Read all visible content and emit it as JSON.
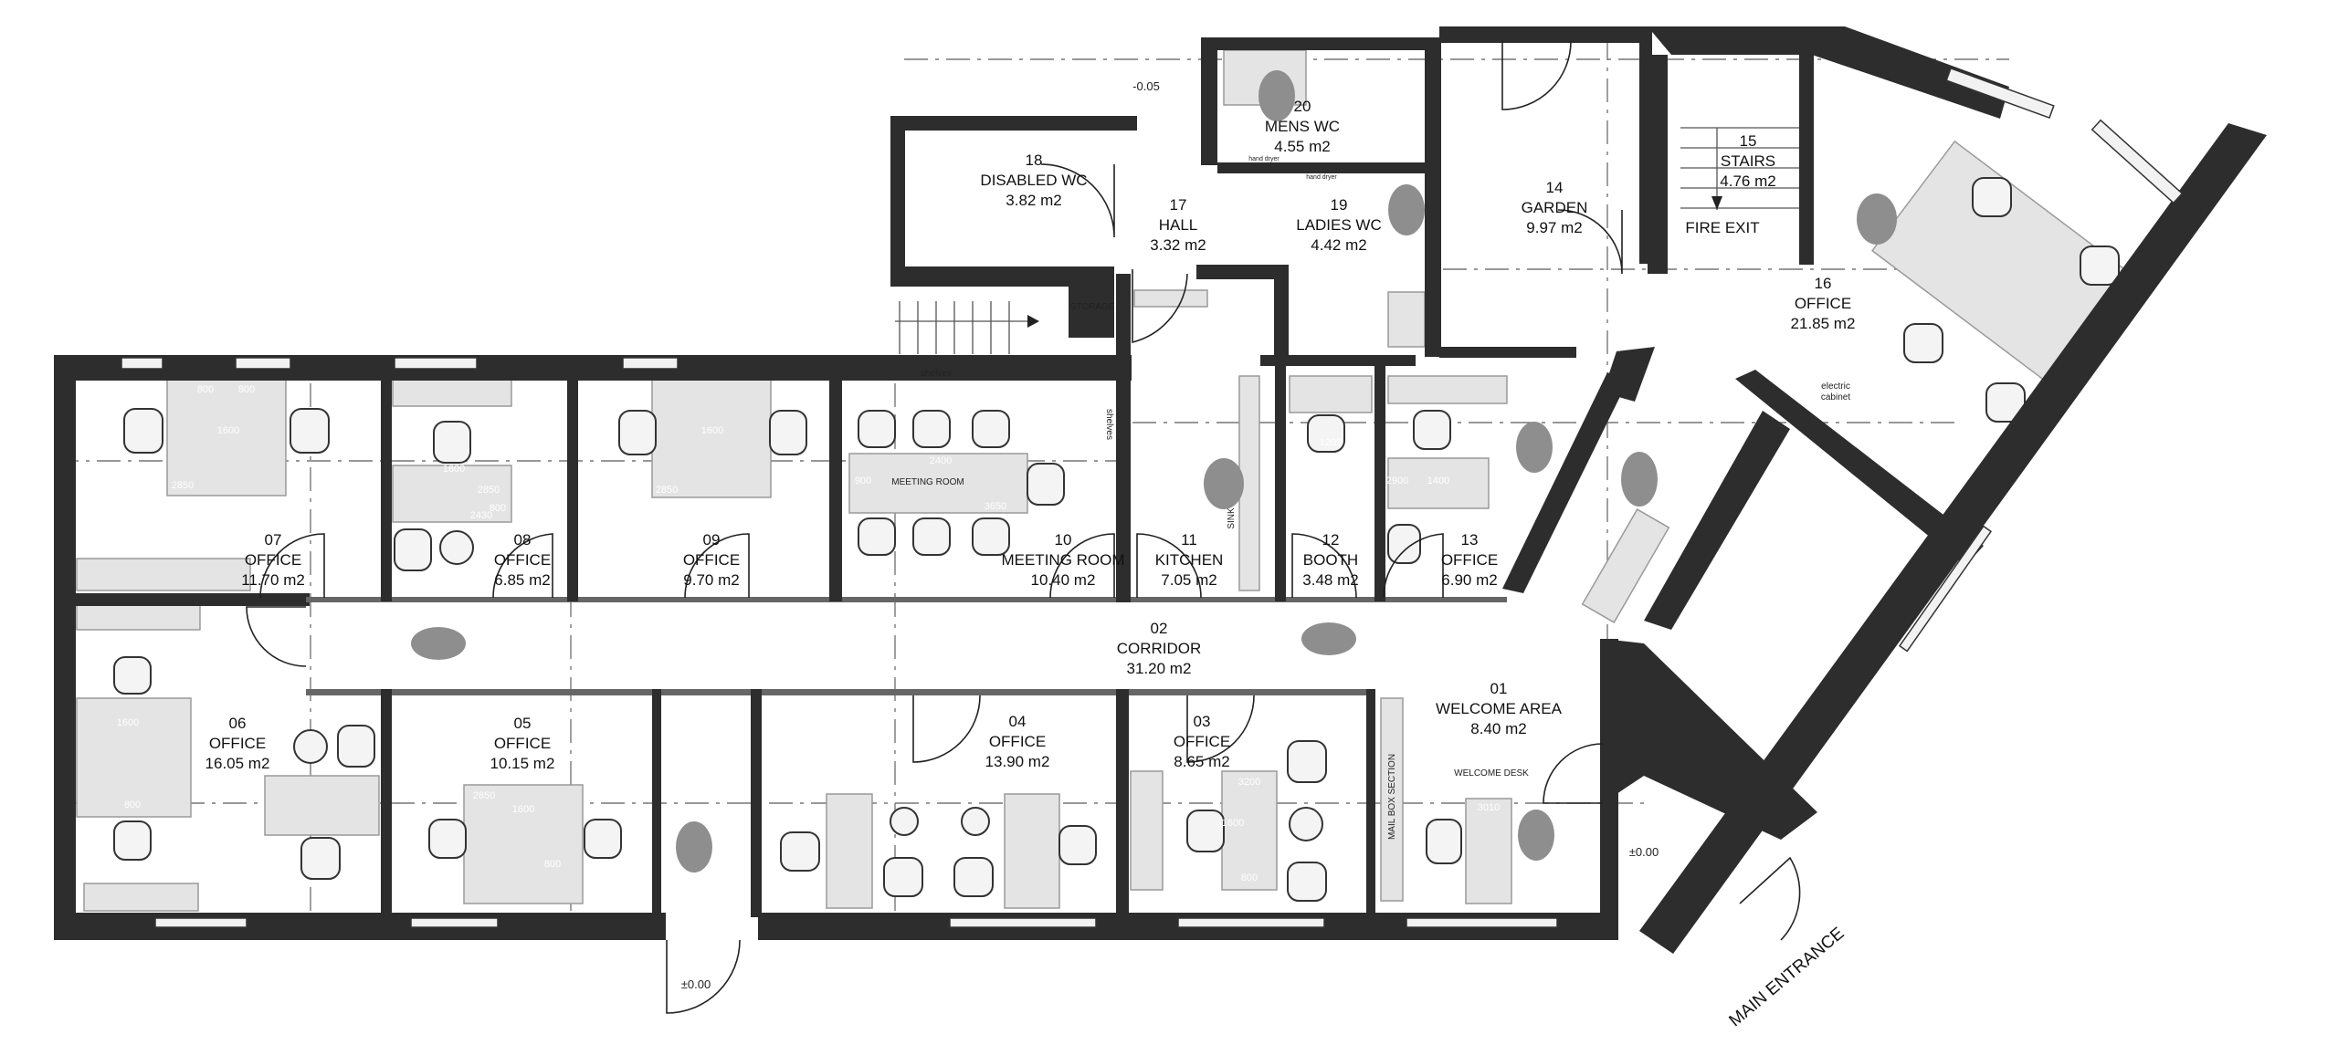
{
  "rooms": [
    {
      "no": "01",
      "name": "WELCOME AREA",
      "area": "8.40 m2"
    },
    {
      "no": "02",
      "name": "CORRIDOR",
      "area": "31.20 m2"
    },
    {
      "no": "03",
      "name": "OFFICE",
      "area": "8.65 m2"
    },
    {
      "no": "04",
      "name": "OFFICE",
      "area": "13.90 m2"
    },
    {
      "no": "05",
      "name": "OFFICE",
      "area": "10.15 m2"
    },
    {
      "no": "06",
      "name": "OFFICE",
      "area": "16.05 m2"
    },
    {
      "no": "07",
      "name": "OFFICE",
      "area": "11.70 m2"
    },
    {
      "no": "08",
      "name": "OFFICE",
      "area": "6.85 m2"
    },
    {
      "no": "09",
      "name": "OFFICE",
      "area": "9.70 m2"
    },
    {
      "no": "10",
      "name": "MEETING ROOM",
      "area": "10.40 m2"
    },
    {
      "no": "11",
      "name": "KITCHEN",
      "area": "7.05 m2"
    },
    {
      "no": "12",
      "name": "BOOTH",
      "area": "3.48 m2"
    },
    {
      "no": "13",
      "name": "OFFICE",
      "area": "6.90 m2"
    },
    {
      "no": "14",
      "name": "GARDEN",
      "area": "9.97 m2"
    },
    {
      "no": "15",
      "name": "STAIRS",
      "area": "4.76 m2"
    },
    {
      "no": "16",
      "name": "OFFICE",
      "area": "21.85 m2"
    },
    {
      "no": "17",
      "name": "HALL",
      "area": "3.32 m2"
    },
    {
      "no": "18",
      "name": "DISABLED WC",
      "area": "3.82 m2"
    },
    {
      "no": "19",
      "name": "LADIES WC",
      "area": "4.42 m2"
    },
    {
      "no": "20",
      "name": "MENS WC",
      "area": "4.55 m2"
    }
  ],
  "annotations": {
    "fire_exit": "FIRE EXIT",
    "main_entrance": "MAIN ENTRANCE",
    "level_upper": "-0.05",
    "level_bottom": "±0.00",
    "level_entrance": "±0.00",
    "storage": "STORAGE",
    "shelves_top": "shelves",
    "shelves_side": "shelves",
    "meeting_table": "MEETING ROOM",
    "sink": "SINK",
    "welcome_desk": "WELCOME DESK",
    "mail_box": "MAIL BOX SECTION",
    "electric_cabinet_1": "electric",
    "electric_cabinet_2": "cabinet",
    "hand_dryer_1": "hand dryer",
    "hand_dryer_2": "hand dryer"
  },
  "dimensions": [
    "800",
    "800",
    "1600",
    "2850",
    "1600",
    "2850",
    "800",
    "2430",
    "1600",
    "2850",
    "2400",
    "3650",
    "900",
    "1200",
    "1400",
    "2900",
    "3200",
    "1600",
    "800",
    "3010",
    "1600",
    "800",
    "2850",
    "1600",
    "800"
  ],
  "colors": {
    "wall": "#2d2d2d",
    "furniture": "#e4e4e4",
    "person": "#8e8e8e"
  }
}
